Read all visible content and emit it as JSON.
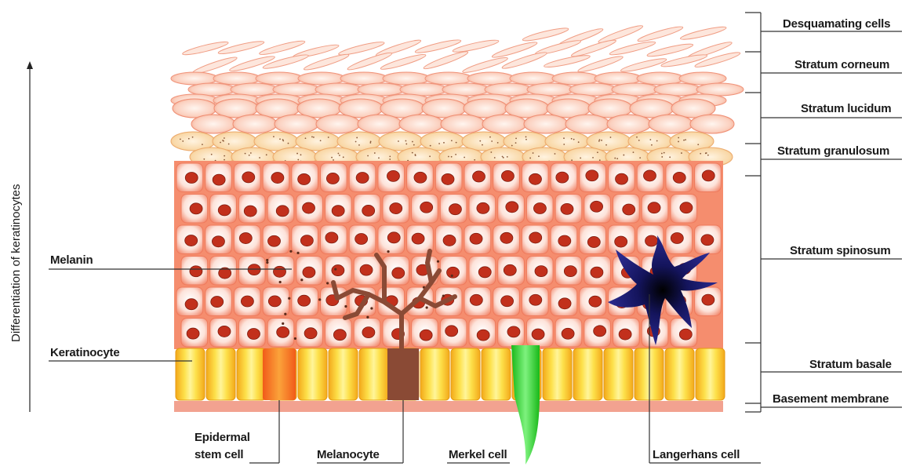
{
  "axis": {
    "label": "Differentiation of keratinocytes"
  },
  "layers": [
    {
      "key": "desq",
      "label": "Desquamating cells"
    },
    {
      "key": "corneum",
      "label": "Stratum corneum"
    },
    {
      "key": "lucidum",
      "label": "Stratum lucidum"
    },
    {
      "key": "granulosum",
      "label": "Stratum granulosum"
    },
    {
      "key": "spinosum",
      "label": "Stratum spinosum"
    },
    {
      "key": "basale",
      "label": "Stratum basale"
    },
    {
      "key": "membrane",
      "label": "Basement membrane"
    }
  ],
  "left_labels": {
    "melanin": "Melanin",
    "keratinocyte": "Keratinocyte"
  },
  "bottom_labels": {
    "stem_line1": "Epidermal",
    "stem_line2": "stem cell",
    "melanocyte": "Melanocyte",
    "merkel": "Merkel cell",
    "langerhans": "Langerhans cell"
  },
  "colors": {
    "basal_yellow": "#f6c61d",
    "membrane": "#f2a290",
    "melanocyte": "#8a4a35",
    "merkel": "#2bd42b",
    "langerhans": "#1a1a6e",
    "nucleus": "#c2301c",
    "granular": "#f7cf9a"
  }
}
